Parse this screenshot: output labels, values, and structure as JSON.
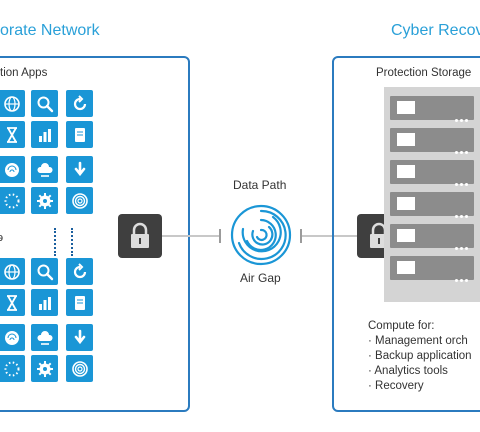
{
  "left": {
    "title": "orate Network",
    "subtitle": "tion Apps",
    "ellipsis_marker": "ə"
  },
  "right": {
    "title": "Cyber Recov",
    "subtitle": "Protection Storage",
    "compute_heading": "Compute for:",
    "compute_items": [
      "· Management orch",
      "· Backup application",
      "· Analytics tools",
      "· Recovery"
    ]
  },
  "center": {
    "top_label": "Data Path",
    "bottom_label": "Air Gap"
  },
  "colors": {
    "accent": "#1a96d6",
    "panel_border": "#2b7bbf",
    "title_blue": "#2aa0d8",
    "lock_dark": "#3f3f3f",
    "server_gray": "#8c8c8c"
  },
  "icon_grid": [
    [
      "globe-icon",
      "search-icon",
      "refresh-icon"
    ],
    [
      "hourglass-icon",
      "bar-chart-icon",
      "document-icon"
    ],
    [
      "fingerprint-icon",
      "cloud-icon",
      "download-arrow-icon"
    ],
    [
      "dotted-circle-icon",
      "gear-icon",
      "target-icon"
    ]
  ]
}
